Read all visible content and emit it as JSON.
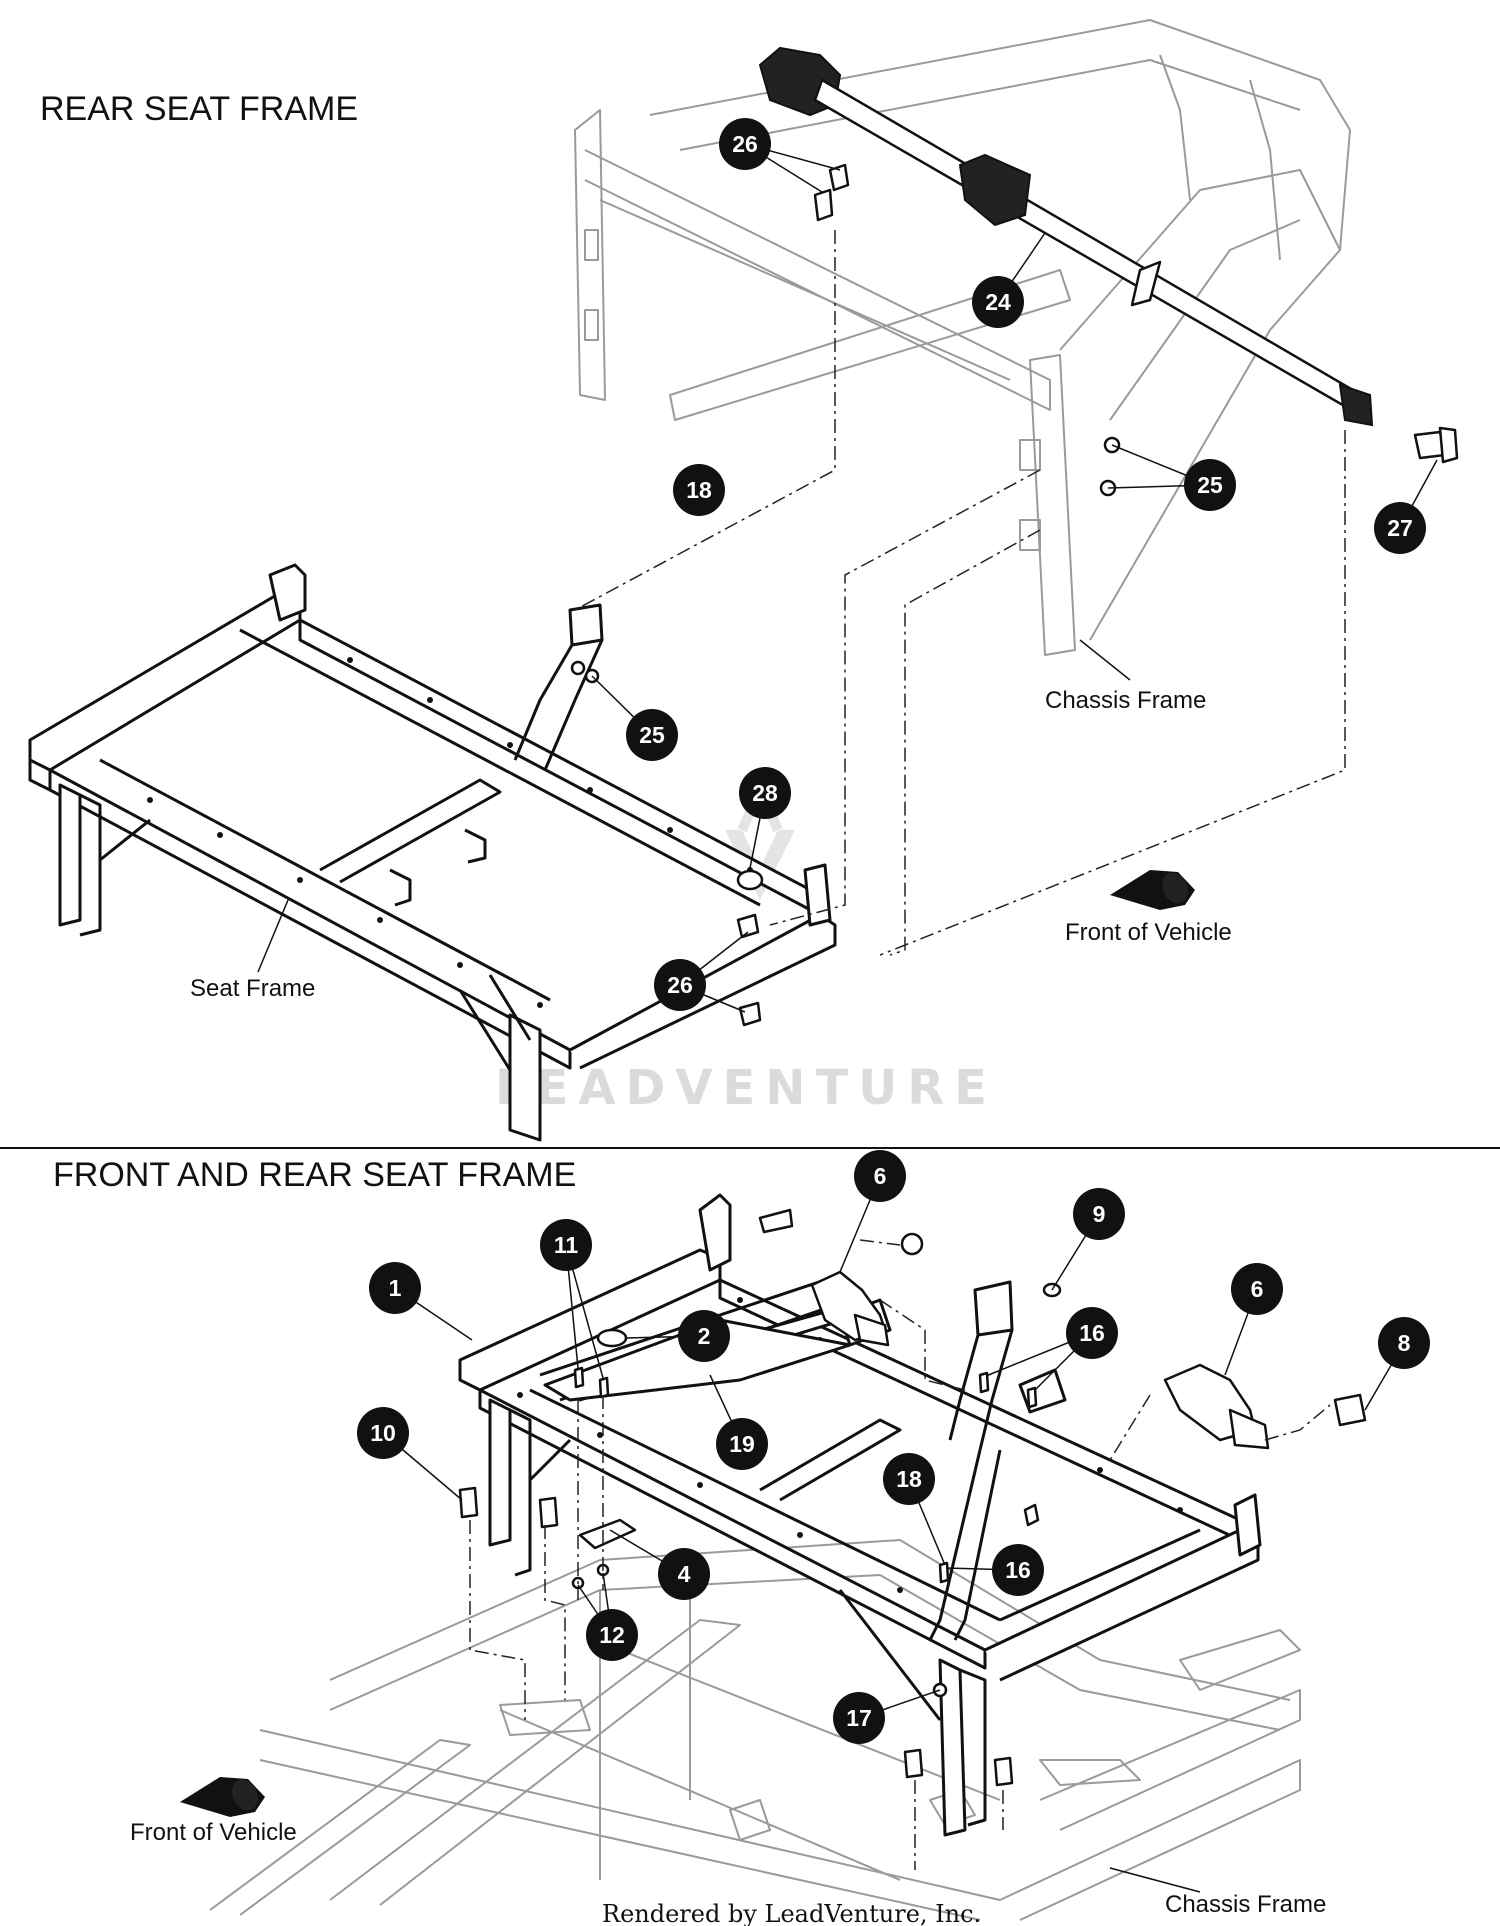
{
  "sections": {
    "rear_title": "REAR SEAT FRAME",
    "front_rear_title": "FRONT AND REAR SEAT FRAME"
  },
  "labels": {
    "chassis_frame_top": "Chassis Frame",
    "seat_frame": "Seat Frame",
    "front_of_vehicle_top": "Front of Vehicle",
    "front_of_vehicle_bottom": "Front of Vehicle",
    "chassis_frame_bottom": "Chassis Frame"
  },
  "callouts_top": {
    "c26a": "26",
    "c24": "24",
    "c18": "18",
    "c25a": "25",
    "c27": "27",
    "c25b": "25",
    "c28": "28",
    "c26b": "26"
  },
  "callouts_bottom": {
    "c6a": "6",
    "c9": "9",
    "c11": "11",
    "c1": "1",
    "c2": "2",
    "c6b": "6",
    "c16a": "16",
    "c8": "8",
    "c19": "19",
    "c10": "10",
    "c18": "18",
    "c4": "4",
    "c16b": "16",
    "c12": "12",
    "c17": "17"
  },
  "watermark": "LEADVENTURE",
  "footer": "Rendered by LeadVenture, Inc."
}
